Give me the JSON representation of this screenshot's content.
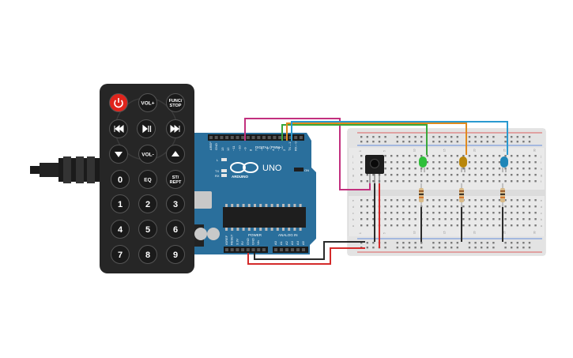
{
  "remote": {
    "buttons": [
      {
        "id": "power",
        "label": "",
        "kind": "power"
      },
      {
        "id": "vol-up",
        "label": "VOL+"
      },
      {
        "id": "func-stop",
        "label": "FUNC/\nSTOP"
      },
      {
        "id": "prev",
        "label": "",
        "kind": "prev"
      },
      {
        "id": "play-pause",
        "label": "",
        "kind": "play"
      },
      {
        "id": "next",
        "label": "",
        "kind": "next"
      },
      {
        "id": "down",
        "label": "",
        "kind": "down"
      },
      {
        "id": "vol-down",
        "label": "VOL-"
      },
      {
        "id": "up",
        "label": "",
        "kind": "up"
      },
      {
        "id": "btn-0",
        "label": "0"
      },
      {
        "id": "eq",
        "label": "EQ"
      },
      {
        "id": "st-rept",
        "label": "ST/\nREPT"
      },
      {
        "id": "btn-1",
        "label": "1"
      },
      {
        "id": "btn-2",
        "label": "2"
      },
      {
        "id": "btn-3",
        "label": "3"
      },
      {
        "id": "btn-4",
        "label": "4"
      },
      {
        "id": "btn-5",
        "label": "5"
      },
      {
        "id": "btn-6",
        "label": "6"
      },
      {
        "id": "btn-7",
        "label": "7"
      },
      {
        "id": "btn-8",
        "label": "8"
      },
      {
        "id": "btn-9",
        "label": "9"
      }
    ]
  },
  "arduino": {
    "logo_text": "UNO",
    "brand": "ARDUINO",
    "digital_label": "DIGITAL (PWM~)",
    "power_label": "POWER",
    "analog_label": "ANALOG IN",
    "on_label": "ON",
    "l_label": "L",
    "tx_label": "TX",
    "rx_label": "RX",
    "aref_label": "AREF",
    "gnd_label": "GND",
    "digital_pins": [
      "13",
      "12",
      "~11",
      "~10",
      "~9",
      "8",
      "7",
      "~6",
      "~5",
      "4",
      "~3",
      "2",
      "TX→1",
      "RX←0"
    ],
    "power_pins": [
      "IOREF",
      "RESET",
      "3.3V",
      "5V",
      "GND",
      "GND",
      "Vin"
    ],
    "analog_pins": [
      "A0",
      "A1",
      "A2",
      "A3",
      "A4",
      "A5"
    ]
  },
  "breadboard": {
    "column_numbers": [
      "1",
      "",
      "",
      "",
      "5",
      "",
      "",
      "",
      "",
      "10",
      "",
      "",
      "",
      "",
      "15",
      "",
      "",
      "",
      "",
      "20",
      "",
      "",
      "",
      "",
      "25",
      "",
      "",
      "",
      "",
      "30"
    ],
    "row_letters_top": [
      "j",
      "i",
      "h",
      "g",
      "f"
    ],
    "row_letters_bottom": [
      "e",
      "d",
      "c",
      "b",
      "a"
    ]
  },
  "leds": [
    {
      "name": "green",
      "color": "#2fbf3a"
    },
    {
      "name": "orange",
      "color": "#b8860b"
    },
    {
      "name": "blue",
      "color": "#1f86b8"
    }
  ],
  "colors": {
    "remote_body": "#262626",
    "remote_button": "#1a1a1a",
    "power_button": "#e0241c",
    "arduino_board": "#2a6f9c",
    "wire_pink": "#c2307e",
    "wire_green": "#3aa63a",
    "wire_orange": "#e08a1e",
    "wire_blue": "#2a9ad0",
    "wire_red": "#d42a2a",
    "wire_black": "#2b2b2b"
  }
}
